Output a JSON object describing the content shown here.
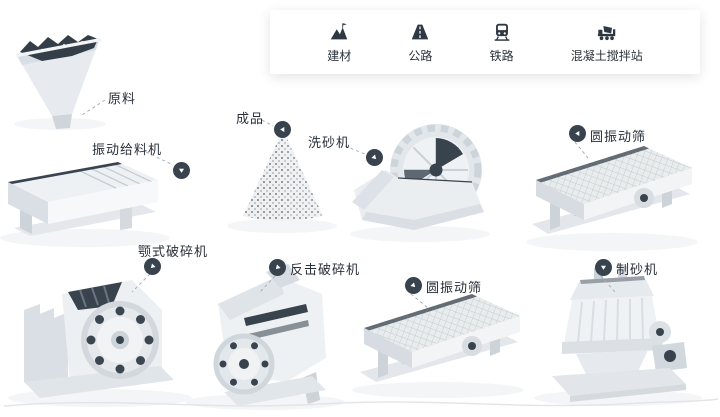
{
  "legend": {
    "items": [
      {
        "icon": "building-materials-icon",
        "label": "建材"
      },
      {
        "icon": "highway-icon",
        "label": "公路"
      },
      {
        "icon": "railway-icon",
        "label": "铁路"
      },
      {
        "icon": "concrete-mixing-station-icon",
        "label": "混凝土搅拌站"
      }
    ]
  },
  "nodes": {
    "raw_material": {
      "label": "原料"
    },
    "vibrating_feeder": {
      "label": "振动给料机"
    },
    "finished_product": {
      "label": "成品"
    },
    "sand_washer": {
      "label": "洗砂机"
    },
    "circular_screen_top": {
      "label": "圆振动筛"
    },
    "jaw_crusher": {
      "label": "颚式破碎机"
    },
    "impact_crusher": {
      "label": "反击破碎机"
    },
    "circular_screen_bottom": {
      "label": "圆振动筛"
    },
    "sand_maker": {
      "label": "制砂机"
    }
  },
  "colors": {
    "accent_dark": "#39434e",
    "icon_dark": "#2f3842",
    "body_light": "#eff2f4",
    "body_mid": "#dde2e7",
    "body_shadow": "#ccd3d9",
    "dashed_line": "#a9b0b7",
    "background": "#ffffff"
  }
}
